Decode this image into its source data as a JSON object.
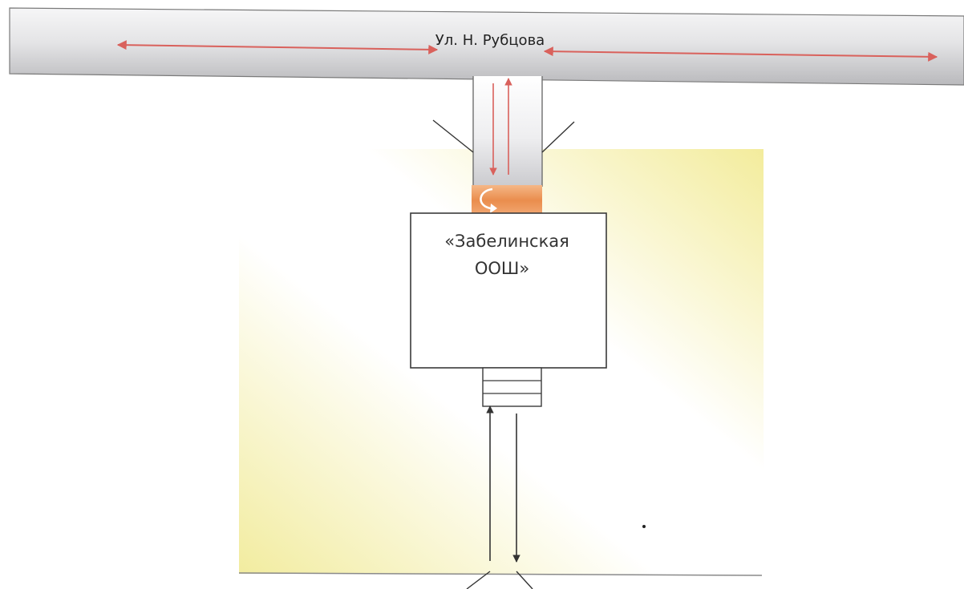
{
  "street": {
    "name": "Ул. Н. Рубцова"
  },
  "school": {
    "name_line1": "«Забелинская",
    "name_line2": "ООШ»"
  },
  "colors": {
    "road_light": "#f4f4f5",
    "road_dark": "#bdbdc0",
    "territory_yellow": "#f3eea8",
    "crossing_orange": "#ec9a5c",
    "traffic_arrow": "#d9615c",
    "pedestrian_arrow": "#333333"
  }
}
